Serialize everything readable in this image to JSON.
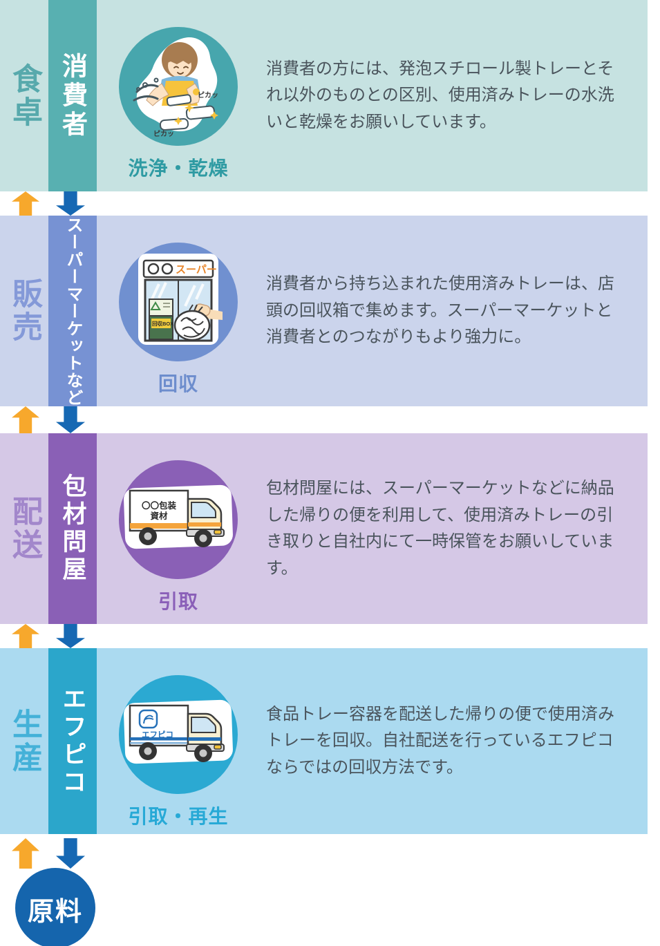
{
  "palette": {
    "page_bg": "#ffffff",
    "arrow_up": "#f7a82c",
    "arrow_down": "#1668b3",
    "body_text": "#4a545c",
    "material_circle": "#1565ad"
  },
  "bands": [
    {
      "stage_label": "食卓",
      "actor_label": "消費者",
      "caption": "洗浄・乾燥",
      "description": "消費者の方には、発泡スチロール製トレーとそれ以外のものとの区別、使用済みトレーの水洗いと乾燥をお願いしています。",
      "icon": "washing-illustration",
      "icon_texts": {
        "sparkle_1": "ピカッ",
        "sparkle_2": "ピカッ"
      },
      "colors": {
        "bg": "#c6e2e1",
        "strip": "#58b0b1",
        "label": "#57a9ac",
        "accent": "#47a6ad",
        "caption": "#2f9ba3"
      }
    },
    {
      "stage_label": "販売",
      "actor_label": "スーパーマーケットなど",
      "caption": "回収",
      "description": "消費者から持ち込まれた使用済みトレーは、店頭の回収箱で集めます。スーパーマーケットと消費者とのつながりもより強力に。",
      "icon": "storefront-illustration",
      "icon_texts": {
        "sign": "スーパー",
        "box_label": "回収BOX"
      },
      "colors": {
        "bg": "#cbd4ec",
        "strip": "#7792d3",
        "label": "#8499d8",
        "accent": "#7090d0",
        "caption": "#6d8dcd"
      }
    },
    {
      "stage_label": "配送",
      "actor_label": "包材問屋",
      "caption": "引取",
      "description": "包材問屋には、スーパーマーケットなどに納品した帰りの便を利用して、使用済みトレーの引き取りと自社内にて一時保管をお願いしています。",
      "icon": "wholesaler-truck-illustration",
      "icon_texts": {
        "box_line1": "〇〇包装",
        "box_line2": "資材"
      },
      "colors": {
        "bg": "#d5c8e6",
        "strip": "#8a60b6",
        "label": "#a287cb",
        "accent": "#8a60b6",
        "caption": "#8a5fb8"
      }
    },
    {
      "stage_label": "生産",
      "actor_label": "エフピコ",
      "caption": "引取・再生",
      "description": "食品トレー容器を配送した帰りの便で使用済みトレーを回収。自社配送を行っているエフピコならではの回収方法です。",
      "icon": "fpco-truck-illustration",
      "icon_texts": {
        "logo": "エフピコ"
      },
      "colors": {
        "bg": "#abdaf0",
        "strip": "#2ba6cb",
        "label": "#44b1d8",
        "accent": "#2ba9d2",
        "caption": "#27a9d6"
      }
    }
  ],
  "bottom": {
    "label": "原料"
  }
}
